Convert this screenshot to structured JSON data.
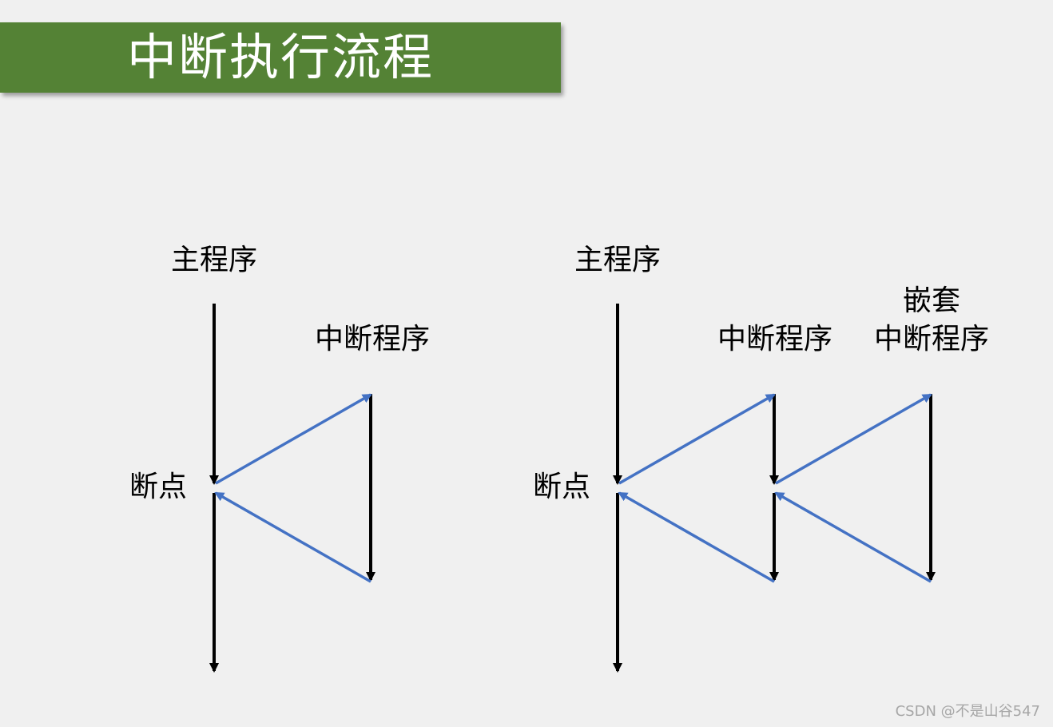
{
  "title": "中断执行流程",
  "left_diagram": {
    "main_label": "主程序",
    "isr_label": "中断程序",
    "breakpoint_label": "断点"
  },
  "right_diagram": {
    "main_label": "主程序",
    "isr_label": "中断程序",
    "nested_label_line1": "嵌套",
    "nested_label_line2": "中断程序",
    "breakpoint_label": "断点"
  },
  "colors": {
    "banner": "#548235",
    "flow_arrow": "#4472c4",
    "program_arrow": "#000000"
  },
  "watermark": "CSDN @不是山谷547"
}
